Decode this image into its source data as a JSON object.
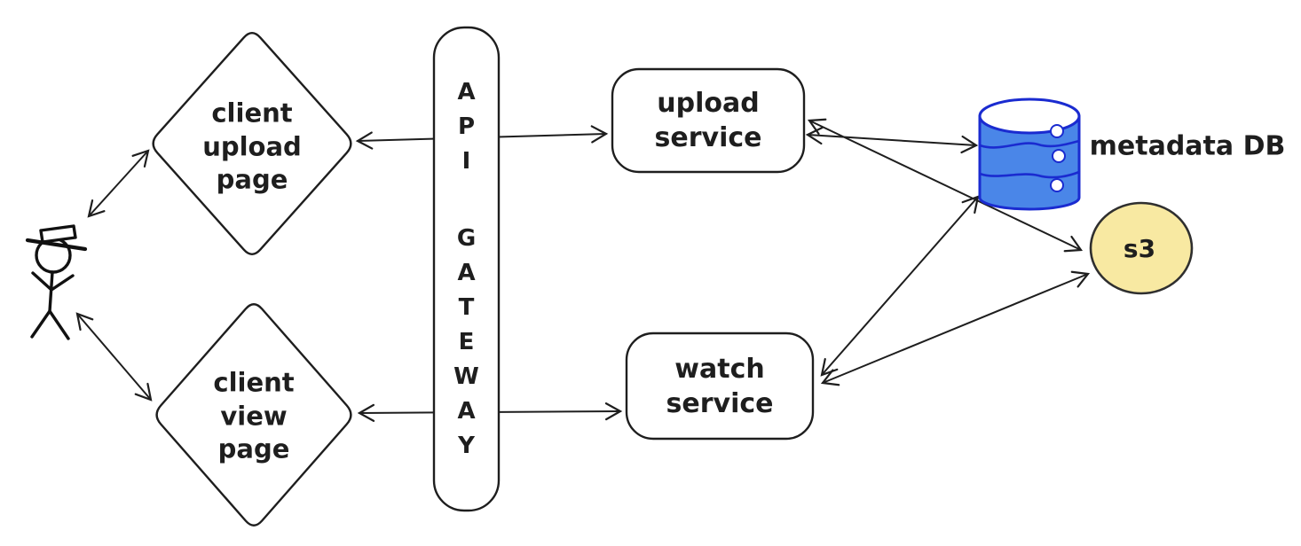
{
  "diagram": {
    "title": "video upload/watch architecture sketch",
    "style": "hand-drawn whiteboard",
    "colors": {
      "ink": "#1e1e1e",
      "db_stroke": "#1a2bd0",
      "db_fill": "#4a86e8",
      "s3_fill": "#f8e9a2",
      "s3_stroke": "#2f2f2f",
      "background": "#ffffff"
    },
    "nodes": {
      "actor": {
        "shape": "stick-figure-with-hat",
        "label": ""
      },
      "client_upload_page": {
        "shape": "diamond",
        "label": "client\nupload\npage"
      },
      "client_view_page": {
        "shape": "diamond",
        "label": "client\nview\npage"
      },
      "api_gateway": {
        "shape": "tall-rounded-rectangle",
        "label": "API GATEWAY",
        "letters": [
          "A",
          "P",
          "I",
          "G",
          "A",
          "T",
          "E",
          "W",
          "A",
          "Y"
        ]
      },
      "upload_service": {
        "shape": "rounded-rectangle",
        "label": "upload\nservice"
      },
      "watch_service": {
        "shape": "rounded-rectangle",
        "label": "watch\nservice"
      },
      "metadata_db": {
        "shape": "database-cylinder",
        "label": "metadata DB"
      },
      "s3": {
        "shape": "circle",
        "label": "s3"
      }
    },
    "edges": [
      {
        "from": "actor",
        "to": "client_upload_page",
        "direction": "both"
      },
      {
        "from": "actor",
        "to": "client_view_page",
        "direction": "both"
      },
      {
        "from": "client_upload_page",
        "to": "upload_service",
        "via": "api_gateway",
        "direction": "both"
      },
      {
        "from": "client_view_page",
        "to": "watch_service",
        "via": "api_gateway",
        "direction": "both"
      },
      {
        "from": "upload_service",
        "to": "metadata_db",
        "direction": "both"
      },
      {
        "from": "upload_service",
        "to": "s3",
        "direction": "both"
      },
      {
        "from": "watch_service",
        "to": "metadata_db",
        "direction": "both"
      },
      {
        "from": "watch_service",
        "to": "s3",
        "direction": "both"
      }
    ]
  }
}
